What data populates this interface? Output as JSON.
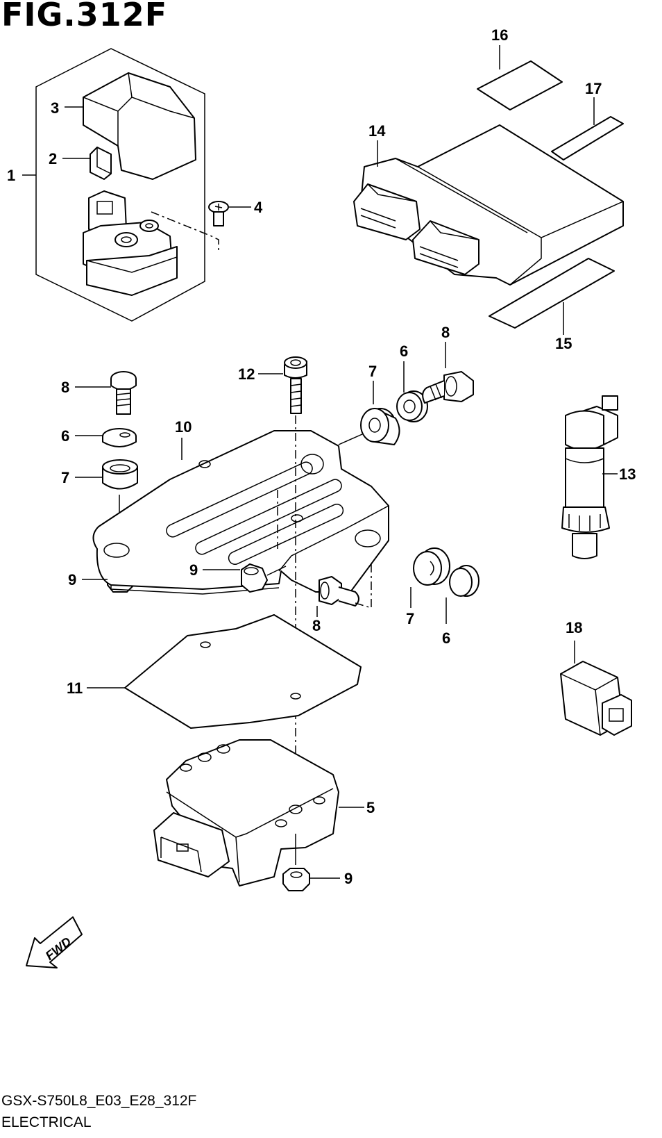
{
  "figure": {
    "title": "FIG.312F",
    "code": "GSX-S750L8_E03_E28_312F",
    "caption": "ELECTRICAL",
    "direction_label": "FWD"
  },
  "callouts": {
    "c1": "1",
    "c2": "2",
    "c3": "3",
    "c4": "4",
    "c5": "5",
    "c6a": "6",
    "c6b": "6",
    "c6c": "6",
    "c7a": "7",
    "c7b": "7",
    "c7c": "7",
    "c8a": "8",
    "c8b": "8",
    "c8c": "8",
    "c9a": "9",
    "c9b": "9",
    "c9c": "9",
    "c10": "10",
    "c11": "11",
    "c12": "12",
    "c13": "13",
    "c14": "14",
    "c15": "15",
    "c16": "16",
    "c17": "17",
    "c18": "18"
  }
}
